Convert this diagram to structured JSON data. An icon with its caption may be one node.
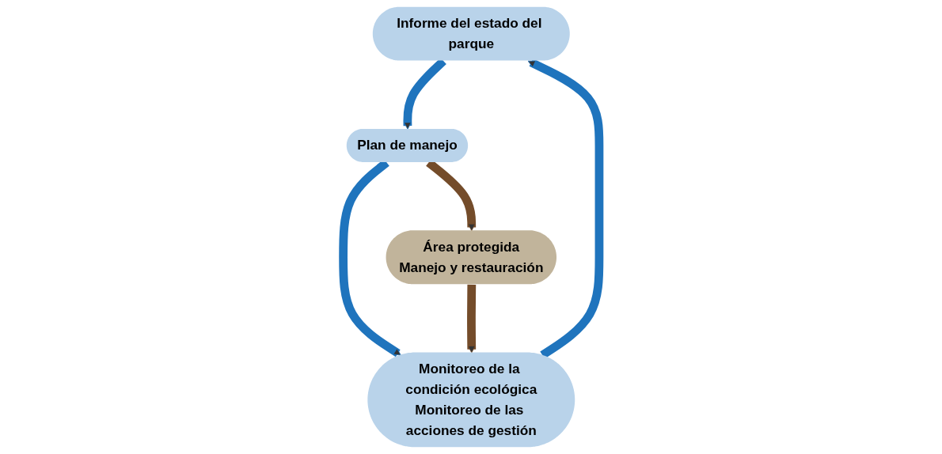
{
  "diagram": {
    "nodes": [
      {
        "text": [
          "Informe del estado del parque"
        ]
      },
      {
        "text": [
          "Plan de manejo"
        ]
      },
      {
        "text": [
          "Monitoreo de la condición ecológica",
          "Monitoreo de las acciones de gestión"
        ]
      },
      {
        "text": [
          "Área protegida",
          "Manejo y restauración"
        ]
      }
    ],
    "edges": [
      {
        "from": 0,
        "to": 1,
        "arrow": "to"
      },
      {
        "from": 1,
        "to": 2,
        "arrow": "to"
      },
      {
        "from": 2,
        "to": 0,
        "arrow": "to"
      },
      {
        "from": 1,
        "to": 3,
        "arrow": "to",
        "color": "#744c2a"
      },
      {
        "from": 3,
        "to": 2,
        "arrow": "to",
        "color": "#744c2a"
      }
    ]
  }
}
